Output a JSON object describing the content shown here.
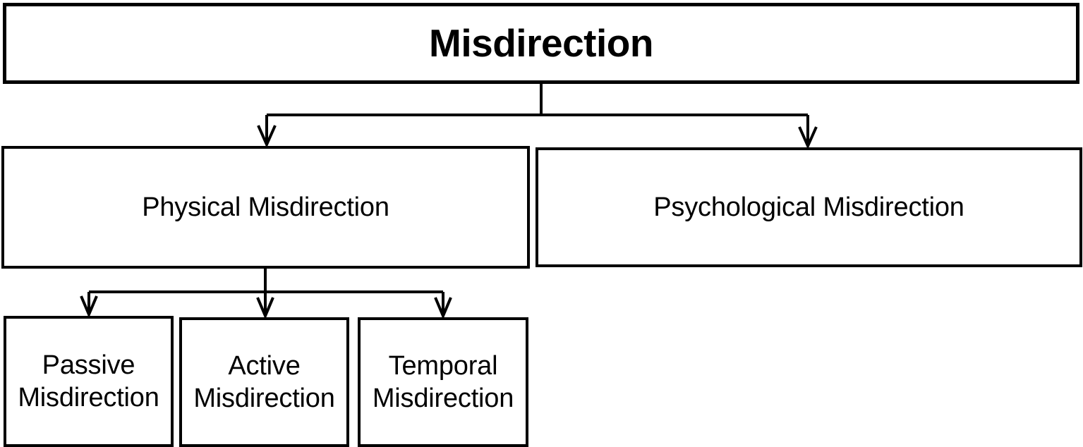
{
  "diagram": {
    "type": "hierarchy-tree",
    "title": "Misdirection",
    "background_color": "#ffffff",
    "line_color": "#000000",
    "text_color": "#000000",
    "levels": 3,
    "root": {
      "id": "root",
      "label": "Misdirection",
      "bold": true
    },
    "level2": [
      {
        "id": "physical",
        "label": "Physical Misdirection"
      },
      {
        "id": "psychological",
        "label": "Psychological Misdirection"
      }
    ],
    "level3": [
      {
        "id": "passive",
        "label": "Passive\nMisdirection",
        "parent": "physical"
      },
      {
        "id": "active",
        "label": "Active\nMisdirection",
        "parent": "physical"
      },
      {
        "id": "temporal",
        "label": "Temporal\nMisdirection",
        "parent": "physical"
      }
    ],
    "edges": [
      {
        "from": "root",
        "to": "physical",
        "style": "orthogonal-arrow"
      },
      {
        "from": "root",
        "to": "psychological",
        "style": "orthogonal-arrow"
      },
      {
        "from": "physical",
        "to": "passive",
        "style": "orthogonal-arrow"
      },
      {
        "from": "physical",
        "to": "active",
        "style": "orthogonal-arrow"
      },
      {
        "from": "physical",
        "to": "temporal",
        "style": "orthogonal-arrow"
      }
    ]
  }
}
